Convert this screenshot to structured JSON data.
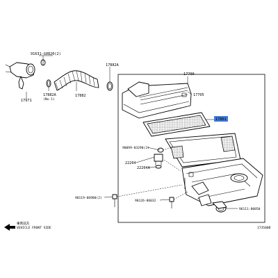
{
  "callouts": {
    "c_91631": "91631-G0820(2)",
    "c_17882A_top": "17882A",
    "c_17700": "17700",
    "c_17705": "17705",
    "c_17801": "17801",
    "c_17971": "17971",
    "c_17882A_left": "17882A",
    "c_17882A_note": "(No.1)",
    "c_17882": "17882",
    "c_90099": "90099-03290(2)",
    "c_22204": "22204",
    "c_22204A": "22204A",
    "c_90119": "90119-06980(2)",
    "c_90126": "90126-06032",
    "c_96111": "96111-80850"
  },
  "footer": {
    "direction_jp": "車両前方",
    "direction_en": "VEHICLE FRONT SIDE",
    "figure_id": "173500D"
  },
  "colors": {
    "highlight": "#3f7be0",
    "line": "#000000",
    "background": "#ffffff"
  }
}
